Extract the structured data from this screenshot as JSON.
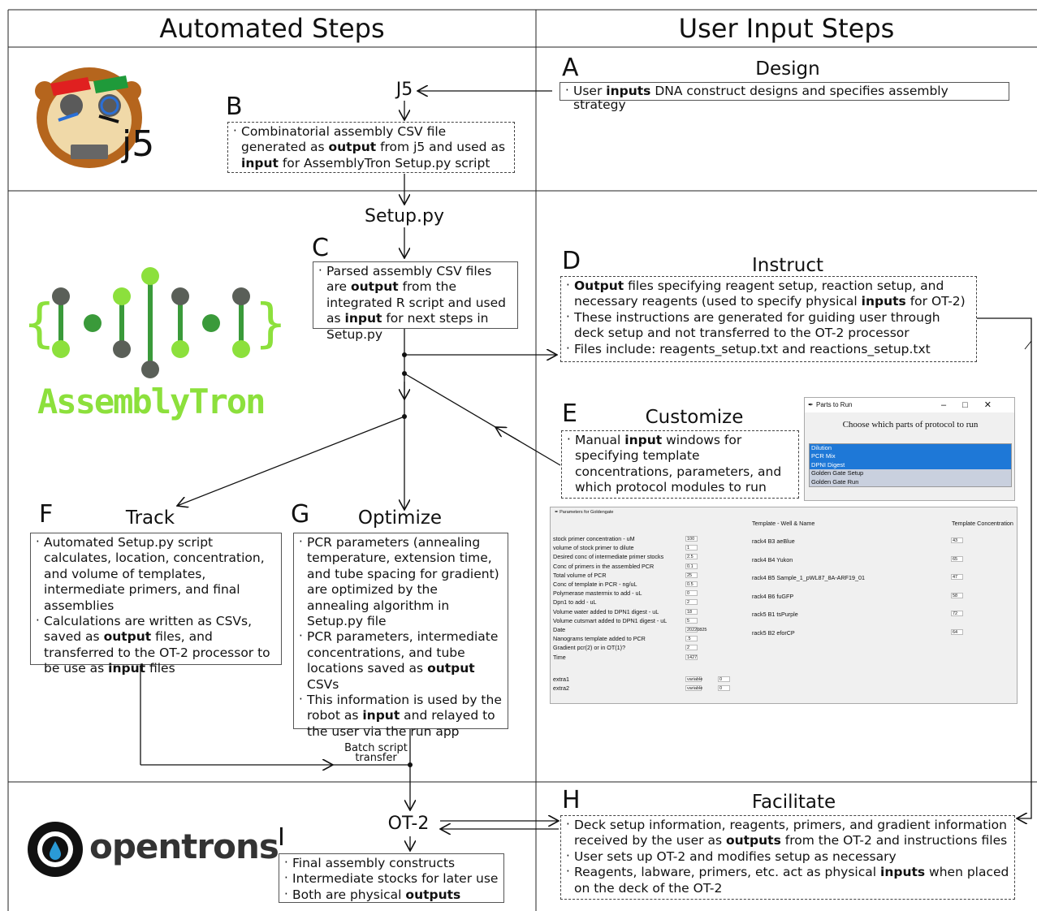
{
  "headers": {
    "automated": "Automated Steps",
    "user": "User Input Steps"
  },
  "logos": {
    "j5_text": "j5",
    "assemblytron_text": "AssemblyTron",
    "opentrons_text": "opentrons"
  },
  "nodes": {
    "j5": "J5",
    "setup": "Setup.py",
    "ot2": "OT-2",
    "batch": [
      "Batch script",
      "transfer"
    ]
  },
  "steps": {
    "A": {
      "letter": "A",
      "title": "Design",
      "items": [
        [
          {
            "t": "User "
          },
          {
            "t": "inputs",
            "b": true
          },
          {
            "t": " DNA construct designs and specifies assembly strategy"
          }
        ]
      ]
    },
    "B": {
      "letter": "B",
      "items": [
        [
          {
            "t": "Combinatorial assembly CSV file generated as "
          },
          {
            "t": "output",
            "b": true
          },
          {
            "t": " from j5 and used as "
          },
          {
            "t": "input",
            "b": true
          },
          {
            "t": " for AssemblyTron Setup.py script"
          }
        ]
      ]
    },
    "C": {
      "letter": "C",
      "items": [
        [
          {
            "t": "Parsed assembly CSV files are "
          },
          {
            "t": "output",
            "b": true
          },
          {
            "t": " from the integrated R script and used as "
          },
          {
            "t": "input",
            "b": true
          },
          {
            "t": " for next steps in Setup.py"
          }
        ]
      ]
    },
    "D": {
      "letter": "D",
      "title": "Instruct",
      "items": [
        [
          {
            "t": "Output",
            "b": true
          },
          {
            "t": " files specifying reagent setup, reaction setup, and necessary reagents (used to specify physical "
          },
          {
            "t": "inputs",
            "b": true
          },
          {
            "t": " for OT-2)"
          }
        ],
        [
          {
            "t": "These instructions are generated for guiding user through deck setup and not transferred to the OT-2 processor"
          }
        ],
        [
          {
            "t": "Files include: reagents_setup.txt and reactions_setup.txt"
          }
        ]
      ]
    },
    "E": {
      "letter": "E",
      "title": "Customize",
      "items": [
        [
          {
            "t": "Manual "
          },
          {
            "t": "input",
            "b": true
          },
          {
            "t": " windows for specifying template concentrations, parameters, and which protocol modules to run"
          }
        ]
      ]
    },
    "F": {
      "letter": "F",
      "title": "Track",
      "items": [
        [
          {
            "t": "Automated Setup.py script calculates, location, concentration, and volume of templates, intermediate primers, and final assemblies"
          }
        ],
        [
          {
            "t": "Calculations are written as CSVs, saved as "
          },
          {
            "t": "output",
            "b": true
          },
          {
            "t": " files, and transferred to the OT-2 processor to be use as "
          },
          {
            "t": "input",
            "b": true
          },
          {
            "t": " files"
          }
        ]
      ]
    },
    "G": {
      "letter": "G",
      "title": "Optimize",
      "items": [
        [
          {
            "t": "PCR parameters (annealing temperature, extension time, and tube spacing for gradient) are optimized by the annealing algorithm in Setup.py file"
          }
        ],
        [
          {
            "t": "PCR parameters, intermediate concentrations, and tube locations saved as "
          },
          {
            "t": "output",
            "b": true
          },
          {
            "t": " CSVs"
          }
        ],
        [
          {
            "t": "This information is used by the robot as "
          },
          {
            "t": "input",
            "b": true
          },
          {
            "t": " and relayed to the user via the run app"
          }
        ]
      ]
    },
    "H": {
      "letter": "H",
      "title": "Facilitate",
      "items": [
        [
          {
            "t": "Deck setup information, reagents, primers, and gradient information received by the user as "
          },
          {
            "t": "outputs",
            "b": true
          },
          {
            "t": " from the OT-2 and instructions files"
          }
        ],
        [
          {
            "t": "User sets up OT-2 and modifies setup as necessary"
          }
        ],
        [
          {
            "t": "Reagents, labware, primers, etc. act as physical "
          },
          {
            "t": "inputs",
            "b": true
          },
          {
            "t": " when placed on the deck of the OT-2"
          }
        ]
      ]
    },
    "I": {
      "letter": "I",
      "items": [
        [
          {
            "t": "Final assembly constructs"
          }
        ],
        [
          {
            "t": "Intermediate stocks for later use"
          }
        ],
        [
          {
            "t": "Both are physical "
          },
          {
            "t": "outputs",
            "b": true
          }
        ]
      ]
    }
  },
  "parts_window": {
    "title": "Parts to Run",
    "prompt": "Choose which parts of protocol to run",
    "options": [
      {
        "label": "Dilution",
        "selected": true
      },
      {
        "label": "PCR Mix",
        "selected": true
      },
      {
        "label": "DPNI Digest",
        "selected": true
      },
      {
        "label": "Golden Gate Setup",
        "selected": false
      },
      {
        "label": "Golden Gate Run",
        "selected": false
      }
    ]
  },
  "params_window": {
    "title": "Parameters for Goldengate",
    "col_template": "Template - Well & Name",
    "col_conc": "Template Concentration",
    "params": [
      {
        "label": "stock primer concentration - uM",
        "value": "100"
      },
      {
        "label": "volume of stock primer to dilute",
        "value": "1"
      },
      {
        "label": "Desired conc of intermediate primer stocks",
        "value": "2.5"
      },
      {
        "label": "Conc of primers in the assembled PCR",
        "value": "0.1"
      },
      {
        "label": "Total volume of PCR",
        "value": "25"
      },
      {
        "label": "Conc of template in PCR - ng/uL",
        "value": "0.5"
      },
      {
        "label": "Polymerase mastermix to add - uL",
        "value": "0"
      },
      {
        "label": "Dpn1 to add - uL",
        "value": "2"
      },
      {
        "label": "Volume water added to DPN1 digest - uL",
        "value": "18"
      },
      {
        "label": "Volume cutsmart added to DPN1 digest - uL",
        "value": "5"
      },
      {
        "label": "Date",
        "value": "20220825"
      },
      {
        "label": "Nanograms template added to PCR",
        "value": ".5"
      },
      {
        "label": "Gradient pcr(2) or in OT(1)?",
        "value": "2"
      },
      {
        "label": "Time",
        "value": "1427"
      }
    ],
    "extras": [
      {
        "label": "extra1",
        "value": "variable",
        "value2": "0"
      },
      {
        "label": "extra2",
        "value": "variable",
        "value2": "0"
      }
    ],
    "templates": [
      {
        "name": "rack4 B3 aeBlue",
        "conc": "43"
      },
      {
        "name": "rack4 B4 Yukon",
        "conc": "65"
      },
      {
        "name": "rack4 B5 Sample_1_pWL87_8A-ARF19_01",
        "conc": "47"
      },
      {
        "name": "rack4 B6 fuGFP",
        "conc": "58"
      },
      {
        "name": "rack5 B1 tsPurple",
        "conc": "72"
      },
      {
        "name": "rack5 B2 eforCP",
        "conc": "64"
      }
    ]
  },
  "colors": {
    "green_dark": "#2c8a2c",
    "green_light": "#7ee03c",
    "grey_ball": "#5a5f58",
    "monkey_brown": "#b5651d",
    "select_blue": "#1e78d7"
  }
}
